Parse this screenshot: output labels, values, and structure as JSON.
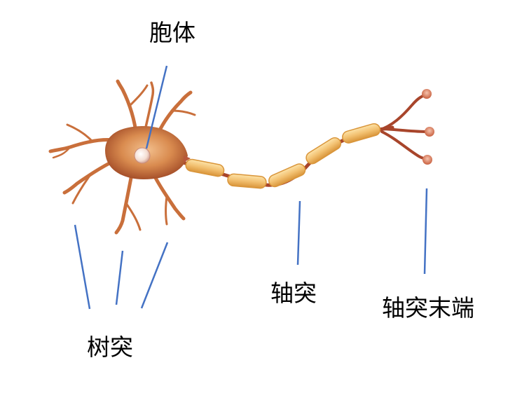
{
  "labels": {
    "soma": "胞体",
    "dendrites": "树突",
    "axon": "轴突",
    "axon_terminal": "轴突末端"
  },
  "colors": {
    "pointer_line": "#4472c4",
    "dendrite": "#c96f3b",
    "soma": "#d98b4f",
    "nucleus": "#f4ddd2",
    "myelin": "#f2c070",
    "myelin_edge": "#d9953a",
    "axon": "#a8452b",
    "terminal": "#e08c70"
  }
}
